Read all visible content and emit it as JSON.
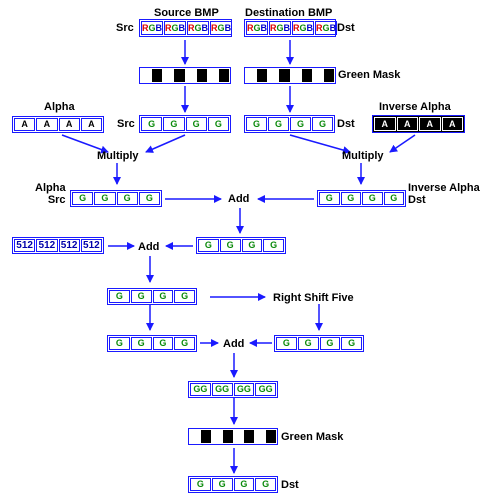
{
  "labels": {
    "source_bmp": "Source BMP",
    "destination_bmp": "Destination BMP",
    "src": "Src",
    "dst": "Dst",
    "green_mask": "Green Mask",
    "alpha": "Alpha",
    "inverse_alpha": "Inverse Alpha",
    "multiply": "Multiply",
    "alpha_src": "Alpha\nSrc",
    "inverse_alpha_dst": "Inverse Alpha\nDst",
    "add": "Add",
    "right_shift_five": "Right Shift Five"
  },
  "cells": {
    "rgb": [
      "R",
      "G",
      "B"
    ],
    "alpha": "A",
    "green": "G",
    "double_green": "GG",
    "constant": "512"
  },
  "colors": {
    "box_border": "#1a1aff",
    "arrow": "#1a1aff",
    "red": "#dd0000",
    "green": "#0a8a0a",
    "blue": "#0000cc",
    "black": "#000000"
  }
}
